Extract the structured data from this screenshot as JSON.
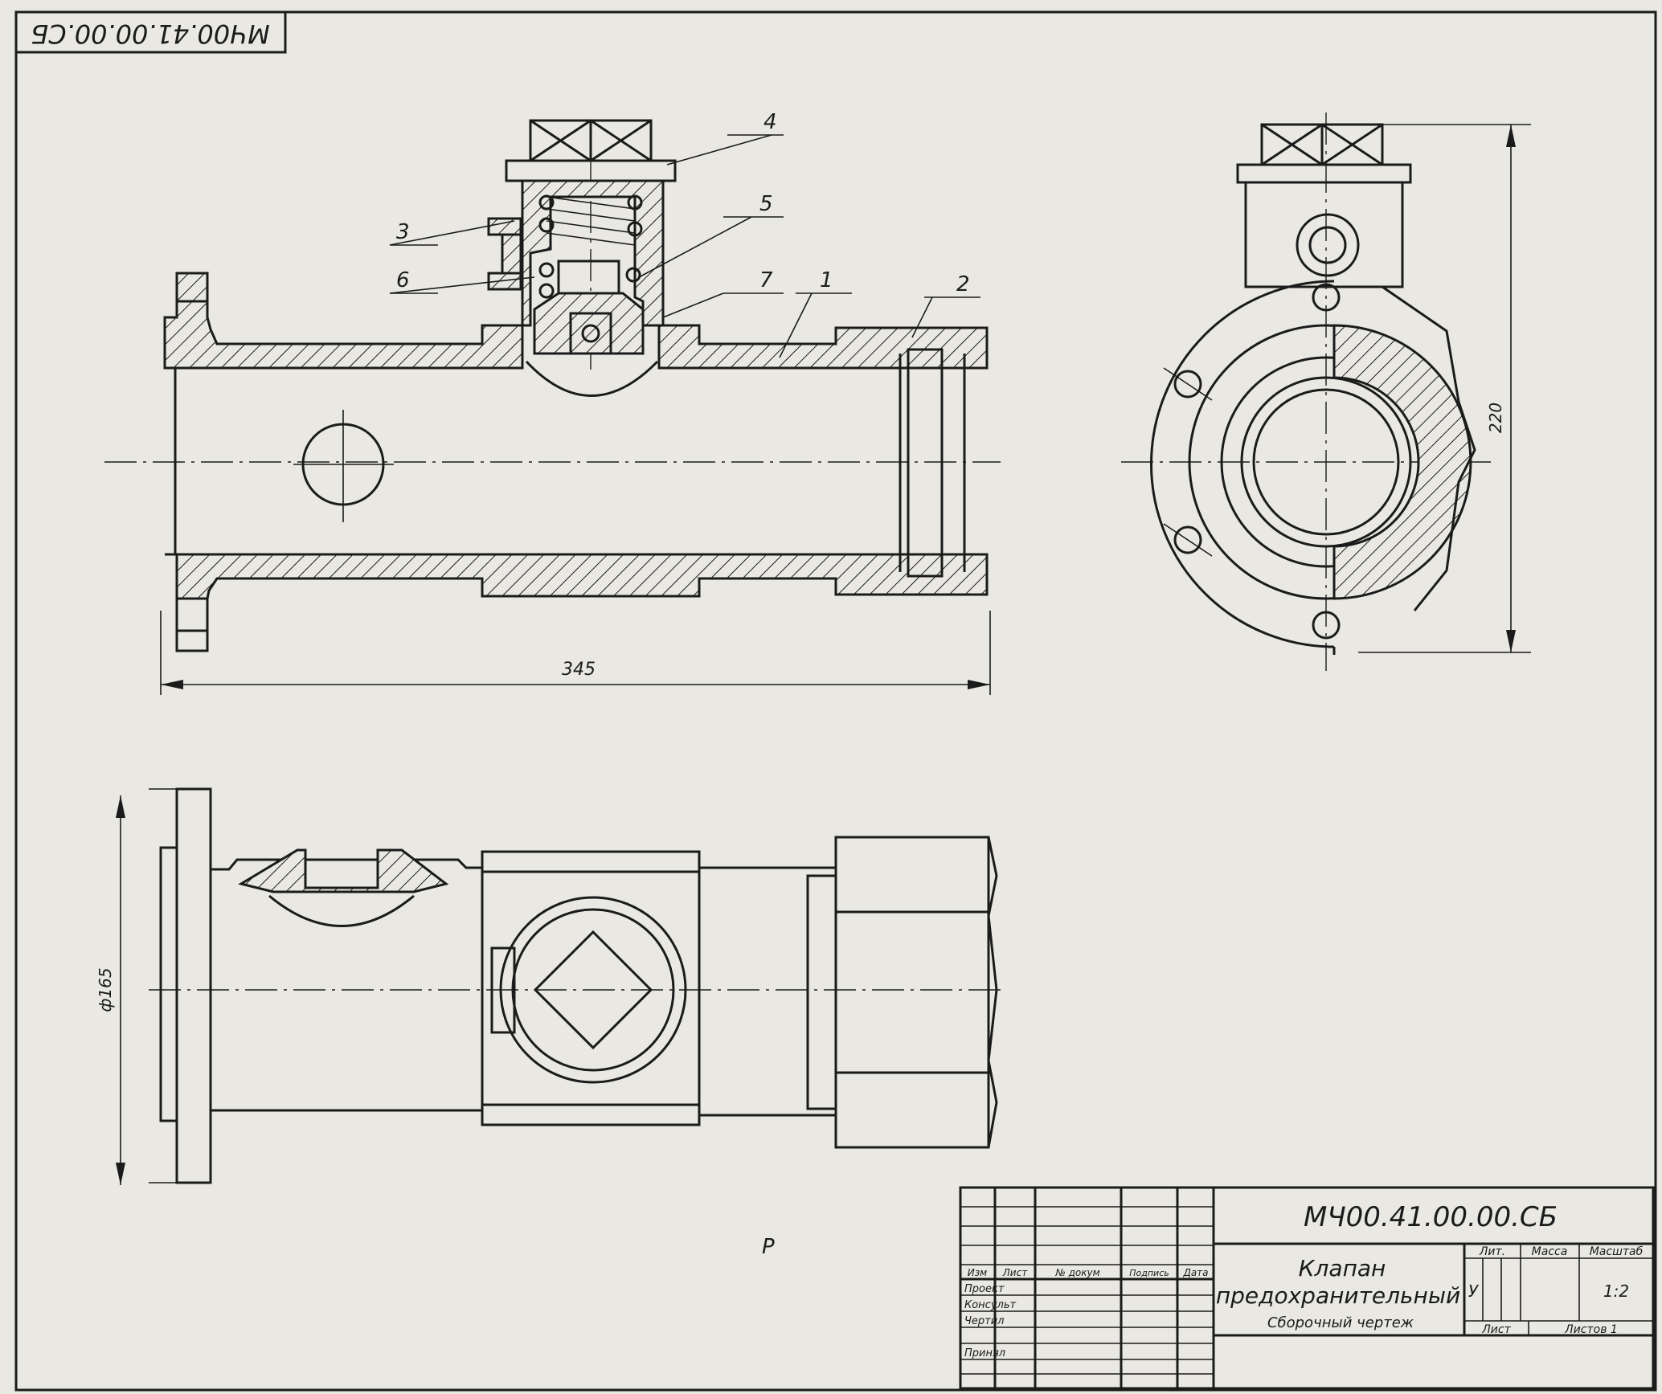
{
  "drawing_code_stamp": "МЧ00.41.00.00.СБ",
  "leaders": [
    "1",
    "2",
    "3",
    "4",
    "5",
    "6",
    "7"
  ],
  "dimensions": {
    "length": "345",
    "diameter": "ф165",
    "height": "220"
  },
  "title_block": {
    "code": "МЧ00.41.00.00.СБ",
    "name_line1": "Клапан",
    "name_line2": "предохранительный",
    "doc_type": "Сборочный чертеж",
    "col_izm": "Изм",
    "col_list": "Лист",
    "col_ndoc": "№ докум",
    "col_sign": "Подпись",
    "col_date": "Дата",
    "row_project": "Проект",
    "row_consult": "Консульт",
    "row_drawn": "Чертил",
    "row_accepted": "Принял",
    "lit_header": "Лит.",
    "mass_header": "Масса",
    "scale_header": "Масштаб",
    "lit_value": "У",
    "scale_value": "1:2",
    "sheet_label": "Лист",
    "sheets_label": "Листов 1"
  },
  "stray_mark": "Р"
}
